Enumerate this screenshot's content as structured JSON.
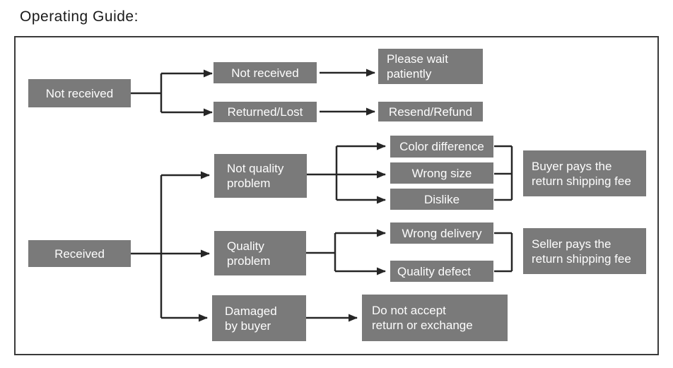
{
  "title": "Operating Guide:",
  "colors": {
    "box_background": "#7a7a7a",
    "box_text": "#fdfdfd",
    "connector_line": "#262626",
    "frame_border": "#3a3a3a",
    "title_text": "#1a1a1a",
    "page_background": "#ffffff"
  },
  "nodes": {
    "not_received_main": "Not received",
    "not_received_sub": "Not received",
    "returned_lost": "Returned/Lost",
    "please_wait": "Please wait\npatiently",
    "resend_refund": "Resend/Refund",
    "not_quality_problem": "Not quality\nproblem",
    "color_difference": "Color difference",
    "wrong_size": "Wrong size",
    "dislike": "Dislike",
    "buyer_pays": "Buyer pays the\nreturn shipping fee",
    "received": "Received",
    "quality_problem": "Quality\nproblem",
    "wrong_delivery": "Wrong delivery",
    "quality_defect": "Quality defect",
    "seller_pays": "Seller pays the\nreturn shipping fee",
    "damaged_by_buyer": "Damaged\nby buyer",
    "do_not_accept": "Do not accept\nreturn or exchange"
  }
}
